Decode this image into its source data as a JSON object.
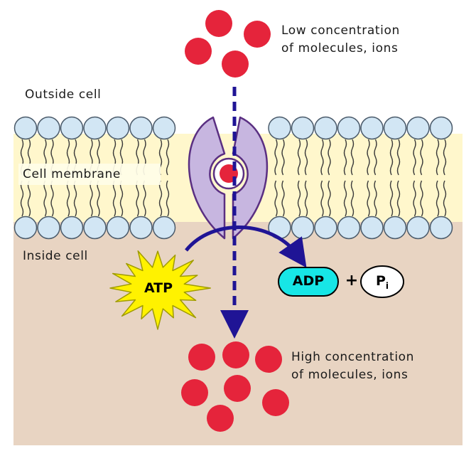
{
  "labels": {
    "low_concentration_line1": "Low concentration",
    "low_concentration_line2": "of molecules, ions",
    "outside_cell": "Outside cell",
    "cell_membrane": "Cell membrane",
    "inside_cell": "Inside cell",
    "high_concentration_line1": "High concentration",
    "high_concentration_line2": "of molecules, ions"
  },
  "chemicals": {
    "atp": "ATP",
    "adp": "ADP",
    "plus": "+",
    "phosphate": "P",
    "phosphate_subscript": "i"
  },
  "colors": {
    "cytoplasm": "#e8d4c2",
    "phospholipid_head": "#d2e6f4",
    "lipid_tail": "#fff7cc",
    "transport_protein": "#c7b6e0",
    "protein_outline": "#5a2f82",
    "molecule": "#e5243b",
    "arrow": "#1f1495",
    "atp_burst": "#fff200",
    "adp_fill": "#17e6e6"
  },
  "icons": [
    "molecule-particle",
    "transport-protein",
    "atp-burst",
    "pathway-arrow"
  ]
}
